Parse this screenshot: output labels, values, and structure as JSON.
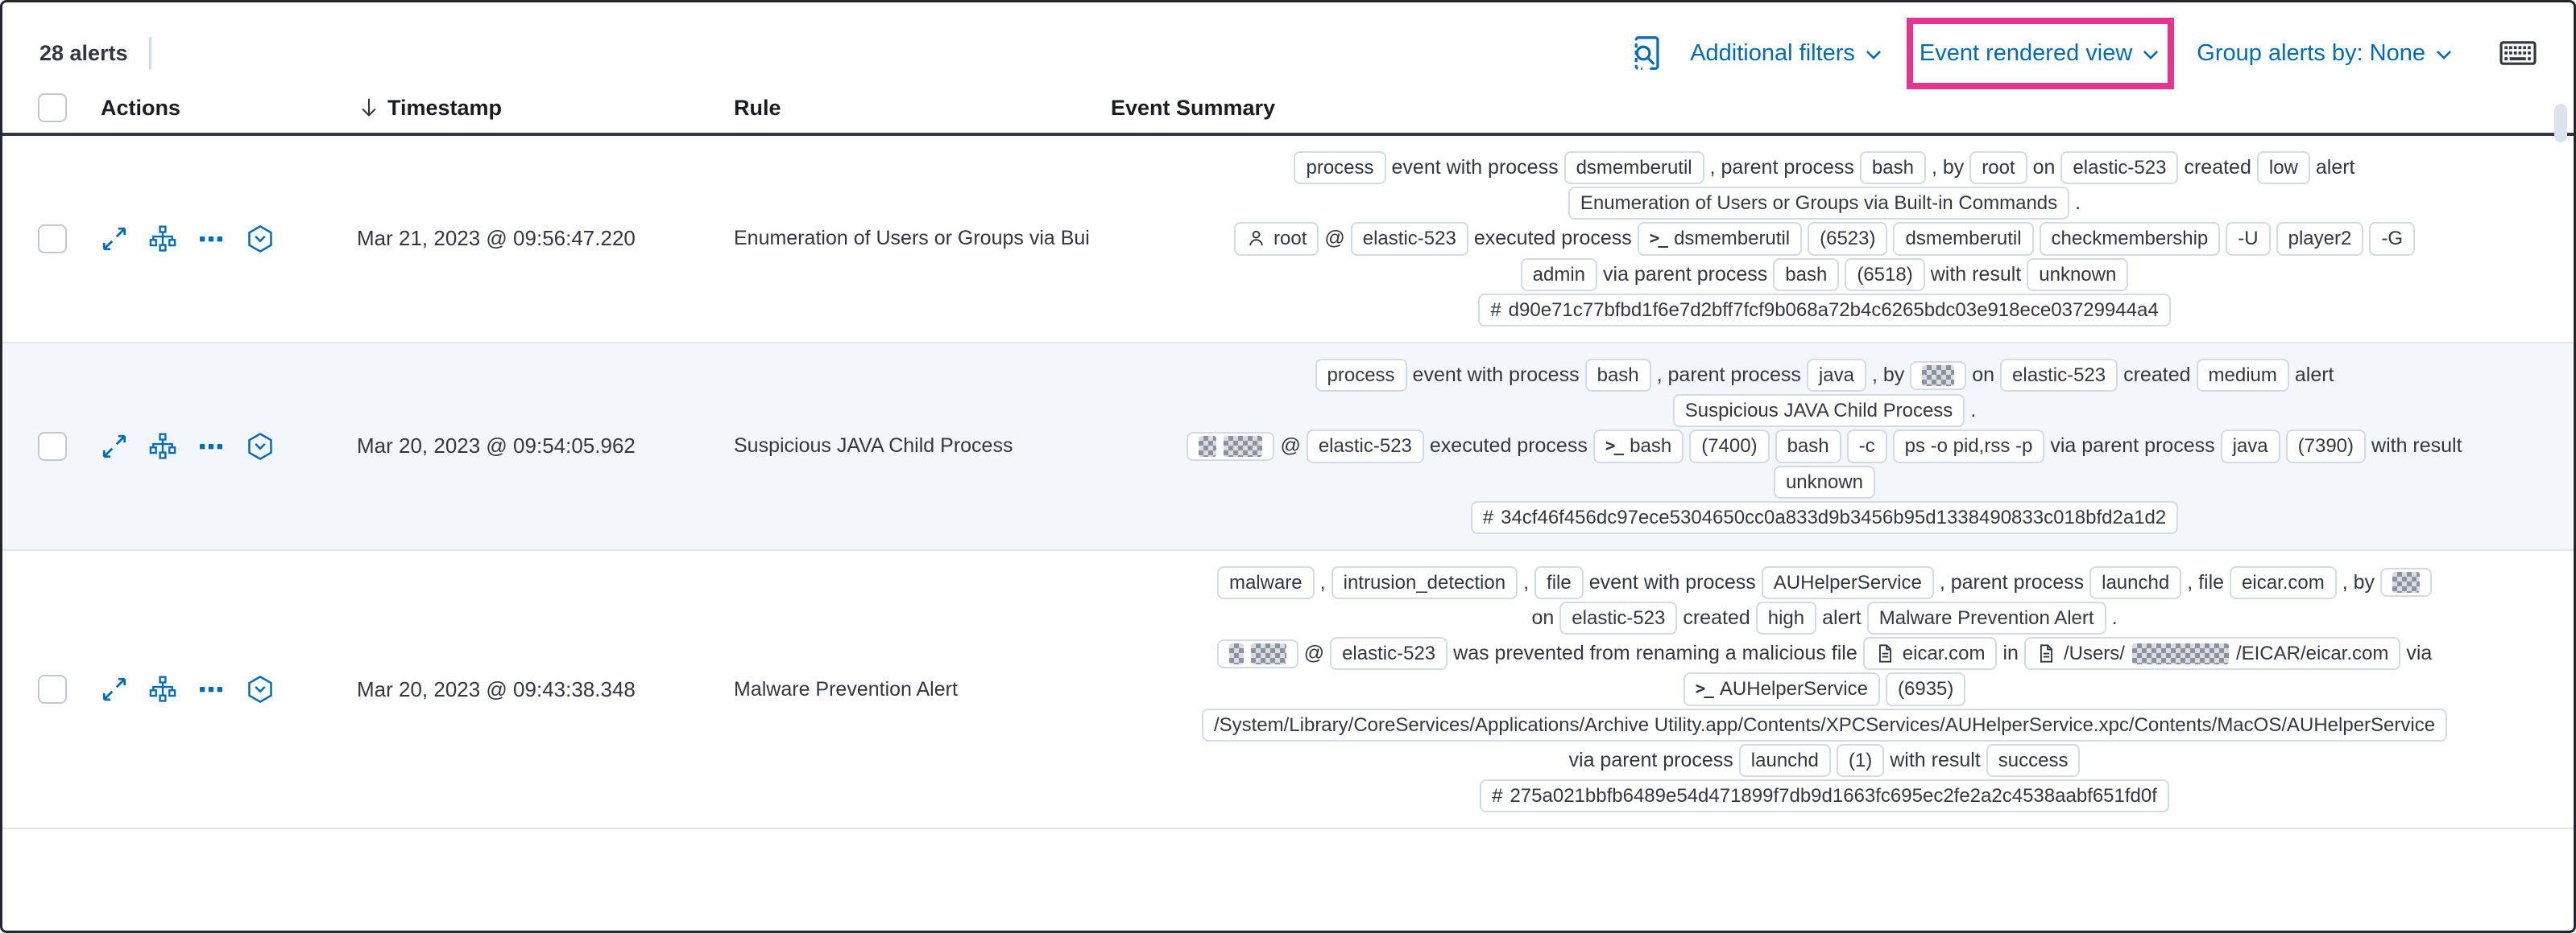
{
  "colors": {
    "link": "#006bb4",
    "highlight": "#e5358f",
    "stripe": "#f3f6fb",
    "badge_border": "#d3dae6",
    "text": "#343741"
  },
  "toolbar": {
    "alert_count": "28 alerts",
    "additional_filters_label": "Additional filters",
    "view_selector_label": "Event rendered view",
    "group_by_label": "Group alerts by: None"
  },
  "columns": {
    "actions": "Actions",
    "timestamp": "Timestamp",
    "rule": "Rule",
    "event_summary": "Event Summary"
  },
  "table": {
    "action_icons": [
      "expand-icon",
      "analyzer-icon",
      "more-actions-icon",
      "session-view-icon"
    ],
    "rows": [
      {
        "timestamp": "Mar 21, 2023 @ 09:56:47.220",
        "rule": "Enumeration of Users or Groups via Bui",
        "summary": [
          [
            {
              "type": "badge",
              "text": "process"
            },
            {
              "type": "text",
              "text": "event with process"
            },
            {
              "type": "badge",
              "text": "dsmemberutil"
            },
            {
              "type": "text",
              "text": ", parent process"
            },
            {
              "type": "badge",
              "text": "bash"
            },
            {
              "type": "text",
              "text": ", by"
            },
            {
              "type": "badge",
              "text": "root"
            },
            {
              "type": "text",
              "text": "on"
            },
            {
              "type": "badge",
              "text": "elastic-523"
            },
            {
              "type": "text",
              "text": "created"
            },
            {
              "type": "badge",
              "text": "low"
            },
            {
              "type": "text",
              "text": "alert"
            }
          ],
          [
            {
              "type": "badge",
              "text": "Enumeration of Users or Groups via Built-in Commands"
            },
            {
              "type": "text",
              "text": "."
            }
          ],
          [
            {
              "type": "badge",
              "icon": "user-icon",
              "text": "root"
            },
            {
              "type": "text",
              "text": "@"
            },
            {
              "type": "badge",
              "text": "elastic-523"
            },
            {
              "type": "text",
              "text": "executed process"
            },
            {
              "type": "badge",
              "icon": "terminal-icon",
              "text": "dsmemberutil"
            },
            {
              "type": "badge",
              "text": "(6523)"
            },
            {
              "type": "badge",
              "text": "dsmemberutil"
            },
            {
              "type": "badge",
              "text": "checkmembership"
            },
            {
              "type": "badge",
              "text": "-U"
            },
            {
              "type": "badge",
              "text": "player2"
            },
            {
              "type": "badge",
              "text": "-G"
            }
          ],
          [
            {
              "type": "badge",
              "text": "admin"
            },
            {
              "type": "text",
              "text": "via parent process"
            },
            {
              "type": "badge",
              "text": "bash"
            },
            {
              "type": "badge",
              "text": "(6518)"
            },
            {
              "type": "text",
              "text": "with result"
            },
            {
              "type": "badge",
              "text": "unknown"
            }
          ],
          [
            {
              "type": "badge",
              "icon": "hash-icon",
              "text": "d90e71c77bfbd1f6e7d2bff7fcf9b068a72b4c6265bdc03e918ece03729944a4"
            }
          ]
        ]
      },
      {
        "timestamp": "Mar 20, 2023 @ 09:54:05.962",
        "rule": "Suspicious JAVA Child Process",
        "summary": [
          [
            {
              "type": "badge",
              "text": "process"
            },
            {
              "type": "text",
              "text": "event with process"
            },
            {
              "type": "badge",
              "text": "bash"
            },
            {
              "type": "text",
              "text": ", parent process"
            },
            {
              "type": "badge",
              "text": "java"
            },
            {
              "type": "text",
              "text": ", by"
            },
            {
              "type": "badge",
              "parts": [
                {
                  "redacted": true,
                  "width": 40
                }
              ]
            },
            {
              "type": "text",
              "text": "on"
            },
            {
              "type": "badge",
              "text": "elastic-523"
            },
            {
              "type": "text",
              "text": "created"
            },
            {
              "type": "badge",
              "text": "medium"
            },
            {
              "type": "text",
              "text": "alert"
            }
          ],
          [
            {
              "type": "badge",
              "text": "Suspicious JAVA Child Process"
            },
            {
              "type": "text",
              "text": "."
            }
          ],
          [
            {
              "type": "badge",
              "parts": [
                {
                  "redacted": true,
                  "width": 22
                },
                {
                  "redacted": true,
                  "width": 48
                }
              ]
            },
            {
              "type": "text",
              "text": "@"
            },
            {
              "type": "badge",
              "text": "elastic-523"
            },
            {
              "type": "text",
              "text": "executed process"
            },
            {
              "type": "badge",
              "icon": "terminal-icon",
              "text": "bash"
            },
            {
              "type": "badge",
              "text": "(7400)"
            },
            {
              "type": "badge",
              "text": "bash"
            },
            {
              "type": "badge",
              "text": "-c"
            },
            {
              "type": "badge",
              "text": "ps -o pid,rss -p"
            },
            {
              "type": "text",
              "text": "via parent process"
            },
            {
              "type": "badge",
              "text": "java"
            },
            {
              "type": "badge",
              "text": "(7390)"
            },
            {
              "type": "text",
              "text": "with result"
            }
          ],
          [
            {
              "type": "badge",
              "text": "unknown"
            }
          ],
          [
            {
              "type": "badge",
              "icon": "hash-icon",
              "text": "34cf46f456dc97ece5304650cc0a833d9b3456b95d1338490833c018bfd2a1d2"
            }
          ]
        ]
      },
      {
        "timestamp": "Mar 20, 2023 @ 09:43:38.348",
        "rule": "Malware Prevention Alert",
        "summary": [
          [
            {
              "type": "badge",
              "text": "malware"
            },
            {
              "type": "text",
              "text": ","
            },
            {
              "type": "badge",
              "text": "intrusion_detection"
            },
            {
              "type": "text",
              "text": ","
            },
            {
              "type": "badge",
              "text": "file"
            },
            {
              "type": "text",
              "text": "event with process"
            },
            {
              "type": "badge",
              "text": "AUHelperService"
            },
            {
              "type": "text",
              "text": ", parent process"
            },
            {
              "type": "badge",
              "text": "launchd"
            },
            {
              "type": "text",
              "text": ", file"
            },
            {
              "type": "badge",
              "text": "eicar.com"
            },
            {
              "type": "text",
              "text": ", by"
            },
            {
              "type": "badge",
              "parts": [
                {
                  "redacted": true,
                  "width": 34
                }
              ]
            }
          ],
          [
            {
              "type": "text",
              "text": "on"
            },
            {
              "type": "badge",
              "text": "elastic-523"
            },
            {
              "type": "text",
              "text": "created"
            },
            {
              "type": "badge",
              "text": "high"
            },
            {
              "type": "text",
              "text": "alert"
            },
            {
              "type": "badge",
              "text": "Malware Prevention Alert"
            },
            {
              "type": "text",
              "text": "."
            }
          ],
          [
            {
              "type": "badge",
              "parts": [
                {
                  "redacted": true,
                  "width": 18
                },
                {
                  "redacted": true,
                  "width": 44
                }
              ]
            },
            {
              "type": "text",
              "text": "@"
            },
            {
              "type": "badge",
              "text": "elastic-523"
            },
            {
              "type": "text",
              "text": "was prevented from renaming a malicious file"
            },
            {
              "type": "badge",
              "icon": "document-icon",
              "text": "eicar.com"
            },
            {
              "type": "text",
              "text": "in"
            },
            {
              "type": "badge",
              "icon": "document-icon",
              "parts": [
                {
                  "text": "/Users/"
                },
                {
                  "redacted": true,
                  "width": 120
                },
                {
                  "text": "/EICAR/eicar.com"
                }
              ]
            },
            {
              "type": "text",
              "text": "via"
            }
          ],
          [
            {
              "type": "badge",
              "icon": "terminal-icon",
              "text": "AUHelperService"
            },
            {
              "type": "badge",
              "text": "(6935)"
            }
          ],
          [
            {
              "type": "badge",
              "text": "/System/Library/CoreServices/Applications/Archive Utility.app/Contents/XPCServices/AUHelperService.xpc/Contents/MacOS/AUHelperService"
            }
          ],
          [
            {
              "type": "text",
              "text": "via parent process"
            },
            {
              "type": "badge",
              "text": "launchd"
            },
            {
              "type": "badge",
              "text": "(1)"
            },
            {
              "type": "text",
              "text": "with result"
            },
            {
              "type": "badge",
              "text": "success"
            }
          ],
          [
            {
              "type": "badge",
              "icon": "hash-icon",
              "text": "275a021bbfb6489e54d471899f7db9d1663fc695ec2fe2a2c4538aabf651fd0f"
            }
          ]
        ]
      }
    ]
  }
}
